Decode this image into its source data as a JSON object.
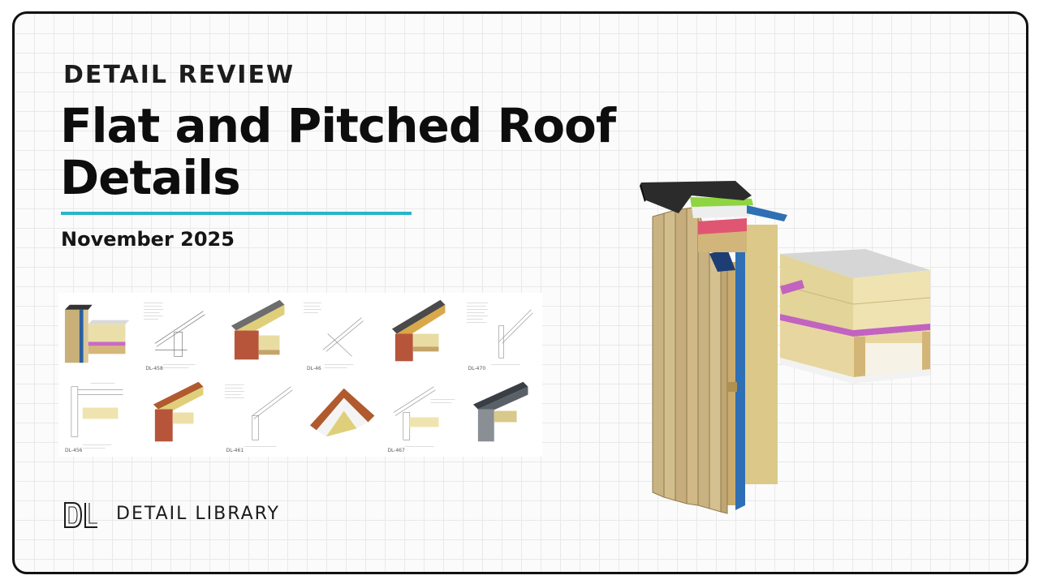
{
  "header": {
    "kicker": "DETAIL REVIEW",
    "title": "Flat and Pitched Roof Details",
    "date": "November 2025",
    "accent_color": "#28b6c9"
  },
  "thumbnails": [
    {
      "name": "flat-roof-timber-wall-3d",
      "style": "3d",
      "code": ""
    },
    {
      "name": "detail-drawing",
      "style": "drawing",
      "code": "DL-458"
    },
    {
      "name": "pitched-roof-eaves-brick-3d",
      "style": "3d",
      "code": ""
    },
    {
      "name": "detail-drawing",
      "style": "drawing",
      "code": "DL-46"
    },
    {
      "name": "pitched-roof-eaves-brick-3d",
      "style": "3d",
      "code": ""
    },
    {
      "name": "detail-drawing",
      "style": "drawing",
      "code": "DL-470"
    },
    {
      "name": "detail-drawing",
      "style": "drawing",
      "code": "DL-456"
    },
    {
      "name": "tiled-roof-eaves-brick-3d",
      "style": "3d",
      "code": ""
    },
    {
      "name": "detail-drawing",
      "style": "drawing",
      "code": "DL-461"
    },
    {
      "name": "ridge-rafters-3d",
      "style": "3d",
      "code": ""
    },
    {
      "name": "detail-drawing",
      "style": "drawing",
      "code": "DL-467"
    },
    {
      "name": "standing-seam-eaves-3d",
      "style": "3d",
      "code": ""
    }
  ],
  "brand": {
    "logo_mark": "DL",
    "name": "DETAIL LIBRARY"
  },
  "hero": {
    "name": "flat-roof-parapet-timber-cladding-3d"
  }
}
